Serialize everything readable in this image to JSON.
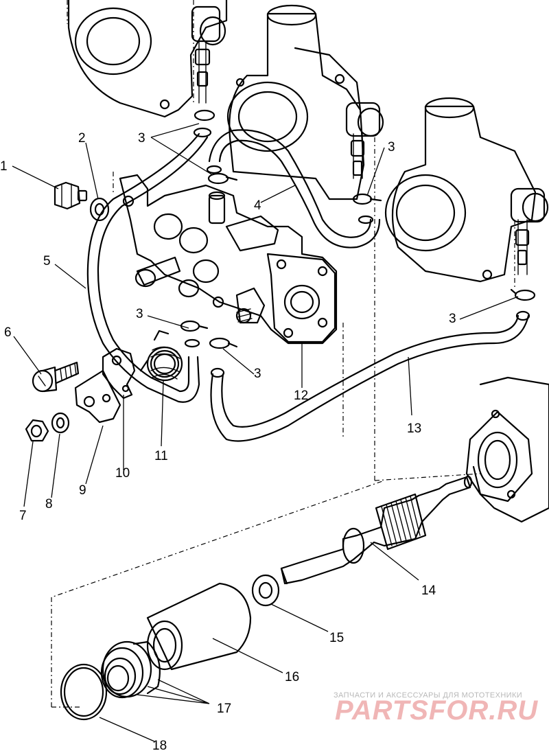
{
  "callouts": {
    "c1": "1",
    "c2": "2",
    "c3a": "3",
    "c3b": "3",
    "c3c": "3",
    "c3d": "3",
    "c3e": "3",
    "c4": "4",
    "c5": "5",
    "c6": "6",
    "c7": "7",
    "c8": "8",
    "c9": "9",
    "c10": "10",
    "c11": "11",
    "c12": "12",
    "c13": "13",
    "c14": "14",
    "c15": "15",
    "c16": "16",
    "c17": "17",
    "c18": "18"
  },
  "watermark": {
    "tagline": "ЗАПЧАСТИ И АКСЕССУАРЫ ДЛЯ МОТОТЕХНИКИ",
    "brand": "PARTSFOR.RU"
  }
}
